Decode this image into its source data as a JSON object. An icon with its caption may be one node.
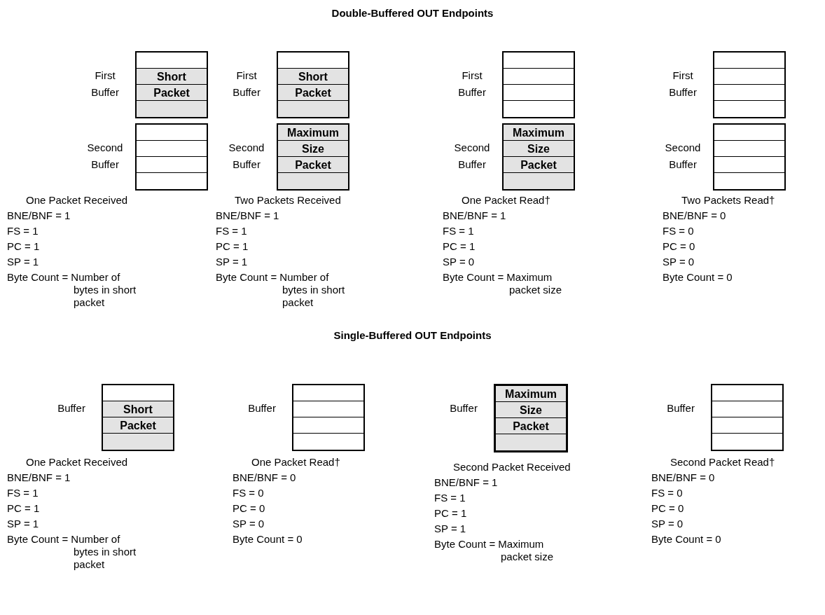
{
  "diagram": {
    "nodes": [
      {
        "text": [
          "Short Packet"
        ],
        "beside": [
          "First Buffer"
        ]
      },
      {
        "text": [],
        "shape": "box",
        "beside": [
          "Second Buffer"
        ]
      },
      {
        "text": [
          "Short Packet"
        ],
        "beside": [
          "First Buffer"
        ]
      },
      {
        "text": [
          "Maximum Size Packet"
        ],
        "beside": [
          "Second Buffer"
        ]
      },
      {
        "text": [],
        "shape": "box",
        "beside": [
          "First Buffer"
        ]
      },
      {
        "text": [
          "Maximum Size Packet"
        ],
        "beside": [
          "Second Buffer"
        ]
      },
      {
        "text": [],
        "shape": "box",
        "beside": [
          "First Buffer"
        ]
      },
      {
        "text": [],
        "shape": "box",
        "beside": [
          "Second Buffer"
        ]
      },
      {
        "text": [
          "Short Packet"
        ],
        "beside": [
          "Buffer"
        ]
      },
      {
        "text": [],
        "shape": "box",
        "beside": [
          "Buffer"
        ]
      },
      {
        "text": [
          "Maximum Size Packet"
        ],
        "beside": [
          "Buffer"
        ]
      },
      {
        "text": [],
        "shape": "box",
        "beside": [
          "Buffer"
        ]
      }
    ],
    "labels": [
      "Double-Buffered OUT Endpoints",
      "One Packet Received",
      "BNE/BNF = 1",
      "FS = 1",
      "PC = 1",
      "SP = 1",
      "Byte Count = Number of bytes in short packet",
      "Two Packets Received",
      "BNE/BNF = 1",
      "FS = 1",
      "PC = 1",
      "SP = 1",
      "Byte Count = Number of bytes in short packet",
      "One Packet Read†",
      "BNE/BNF = 1",
      "FS = 1",
      "PC = 1",
      "SP = 0",
      "Byte Count = Maximum packet size",
      "Two Packets Read†",
      "BNE/BNF = 0",
      "FS = 0",
      "PC = 0",
      "SP = 0",
      "Byte Count = 0",
      "Single-Buffered OUT Endpoints",
      "One Packet Received",
      "BNE/BNF = 1",
      "FS = 1",
      "PC = 1",
      "SP = 1",
      "Byte Count = Number of bytes in short packet",
      "One Packet Read†",
      "BNE/BNF = 0",
      "FS = 0",
      "PC = 0",
      "SP = 0",
      "Byte Count = 0",
      "Second Packet Received",
      "BNE/BNF = 1",
      "FS = 1",
      "PC = 1",
      "SP = 1",
      "Byte Count = Maximum packet size",
      "Second Packet Read†",
      "BNE/BNF = 0",
      "FS = 0",
      "PC = 0",
      "SP = 0",
      "Byte Count = 0"
    ]
  }
}
